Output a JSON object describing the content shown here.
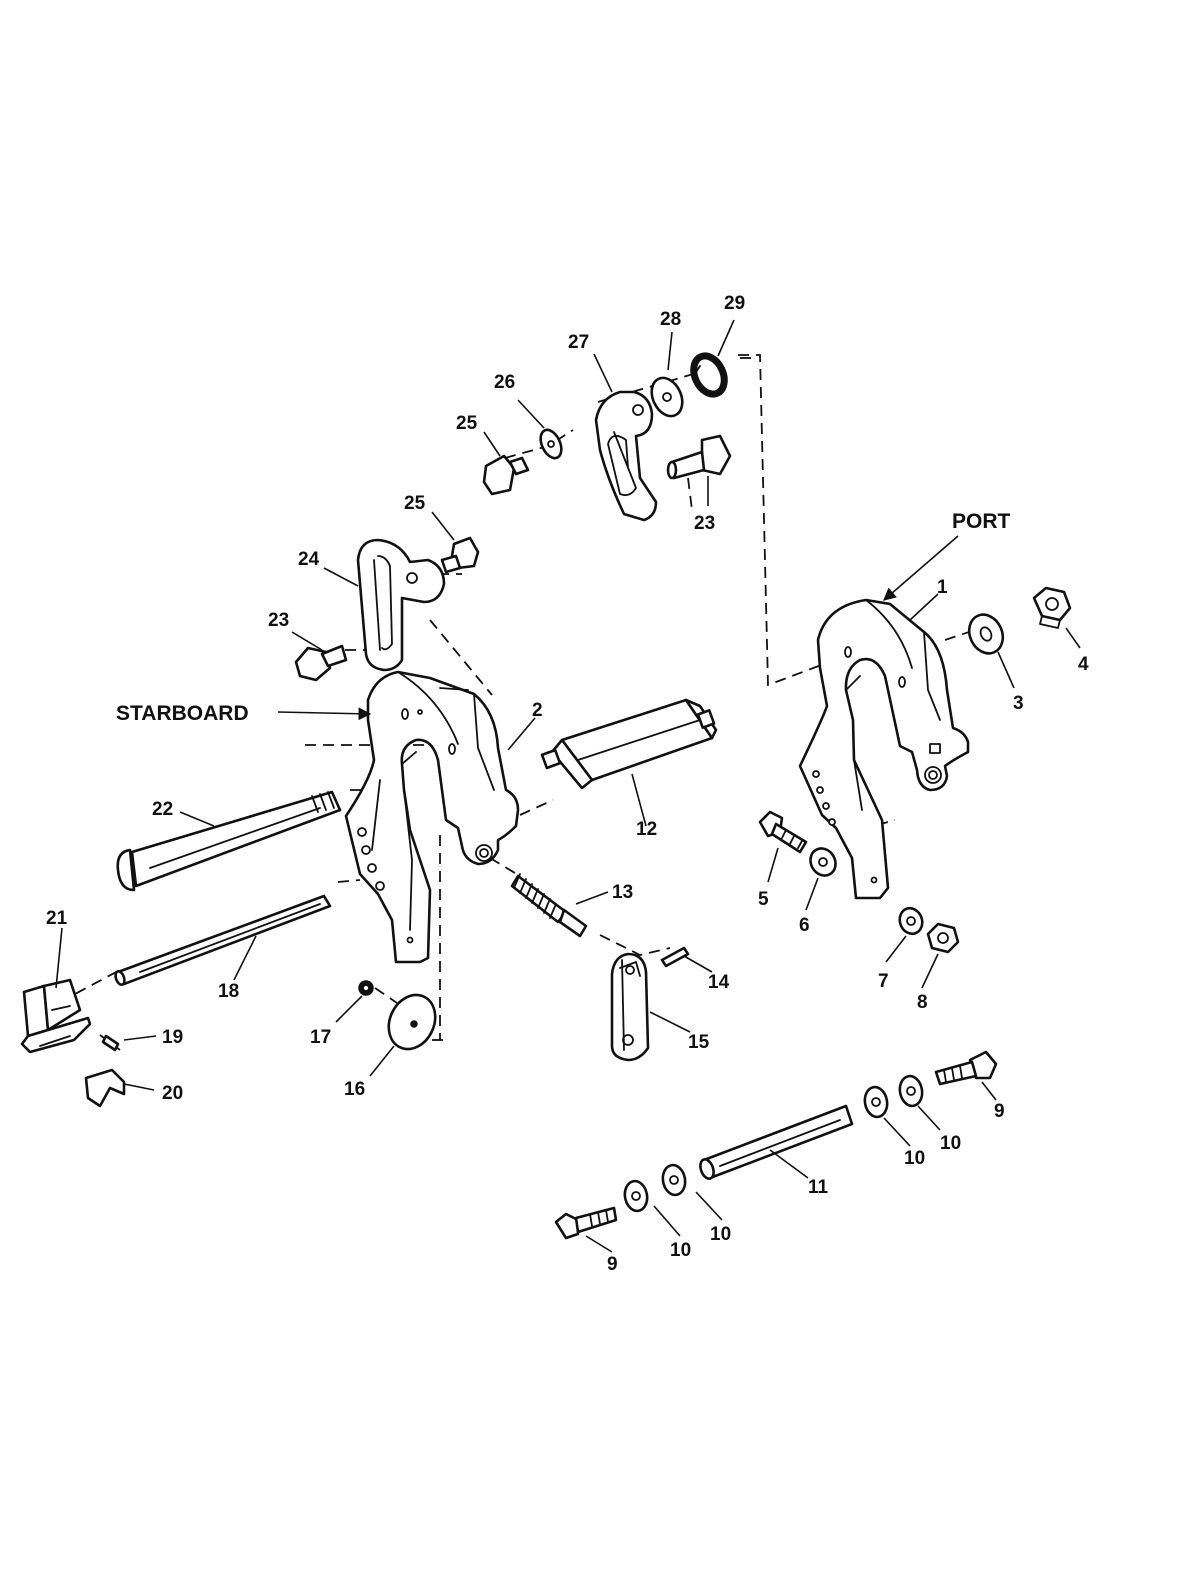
{
  "side_labels": {
    "port": "PORT",
    "starboard": "STARBOARD"
  },
  "callouts": {
    "c1": "1",
    "c2": "2",
    "c3": "3",
    "c4": "4",
    "c5": "5",
    "c6": "6",
    "c7": "7",
    "c8": "8",
    "c9a": "9",
    "c9b": "9",
    "c10a": "10",
    "c10b": "10",
    "c10c": "10",
    "c10d": "10",
    "c11": "11",
    "c12": "12",
    "c13": "13",
    "c14": "14",
    "c15": "15",
    "c16": "16",
    "c17": "17",
    "c18": "18",
    "c19": "19",
    "c20": "20",
    "c21": "21",
    "c22": "22",
    "c23a": "23",
    "c23b": "23",
    "c24": "24",
    "c25a": "25",
    "c25b": "25",
    "c26": "26",
    "c27": "27",
    "c28": "28",
    "c29": "29"
  }
}
